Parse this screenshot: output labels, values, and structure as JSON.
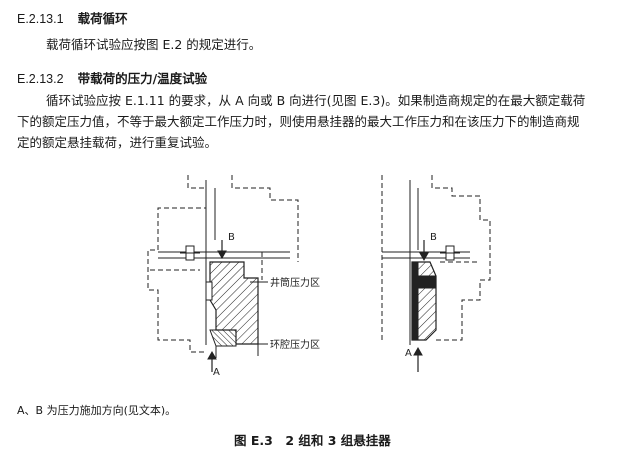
{
  "sections": [
    {
      "number": "E.2.13.1",
      "title": "载荷循环"
    },
    {
      "number": "E.2.13.2",
      "title": "带载荷的压力/温度试验"
    }
  ],
  "paragraph1": "载荷循环试验应按图 E.2 的规定进行。",
  "paragraph2_lines": [
    "循环试验应按 E.1.11 的要求，从 A 向或 B 向进行(见图 E.3)。如果制造商规定的在最大额定载荷",
    "下的额定压力值，不等于最大额定工作压力时，则使用悬挂器的最大工作压力和在该压力下的制造商规",
    "定的额定悬挂载荷，进行重复试验。"
  ],
  "figure": {
    "label_b_left": "B",
    "label_a_left": "A",
    "label_b_right": "B",
    "label_a_right": "A",
    "label_casing_zone": "井筒压力区",
    "label_annulus_zone": "环腔压力区"
  },
  "note": "A、B 为压力施加方向(见文本)。",
  "caption": "图 E.3　2 组和 3 组悬挂器"
}
